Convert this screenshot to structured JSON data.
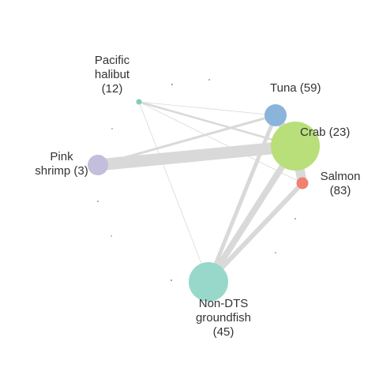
{
  "network": {
    "nodes": [
      {
        "id": "pacific_halibut",
        "lines": [
          "Pacific",
          "halibut",
          "(12)"
        ],
        "color": "#7fcdbb"
      },
      {
        "id": "tuna",
        "lines": [
          "Tuna (59)"
        ],
        "color": "#8ab4d9"
      },
      {
        "id": "crab",
        "lines": [
          "Crab (23)"
        ],
        "color": "#b8df7a"
      },
      {
        "id": "pink_shrimp",
        "lines": [
          "Pink",
          "shrimp (3)"
        ],
        "color": "#c3bedc"
      },
      {
        "id": "salmon",
        "lines": [
          "Salmon",
          "(83)"
        ],
        "color": "#f08070"
      },
      {
        "id": "non_dts_groundfish",
        "lines": [
          "Non-DTS",
          "groundfish",
          "(45)"
        ],
        "color": "#98d8cb"
      }
    ],
    "edge_color": "#d9d9d9"
  }
}
